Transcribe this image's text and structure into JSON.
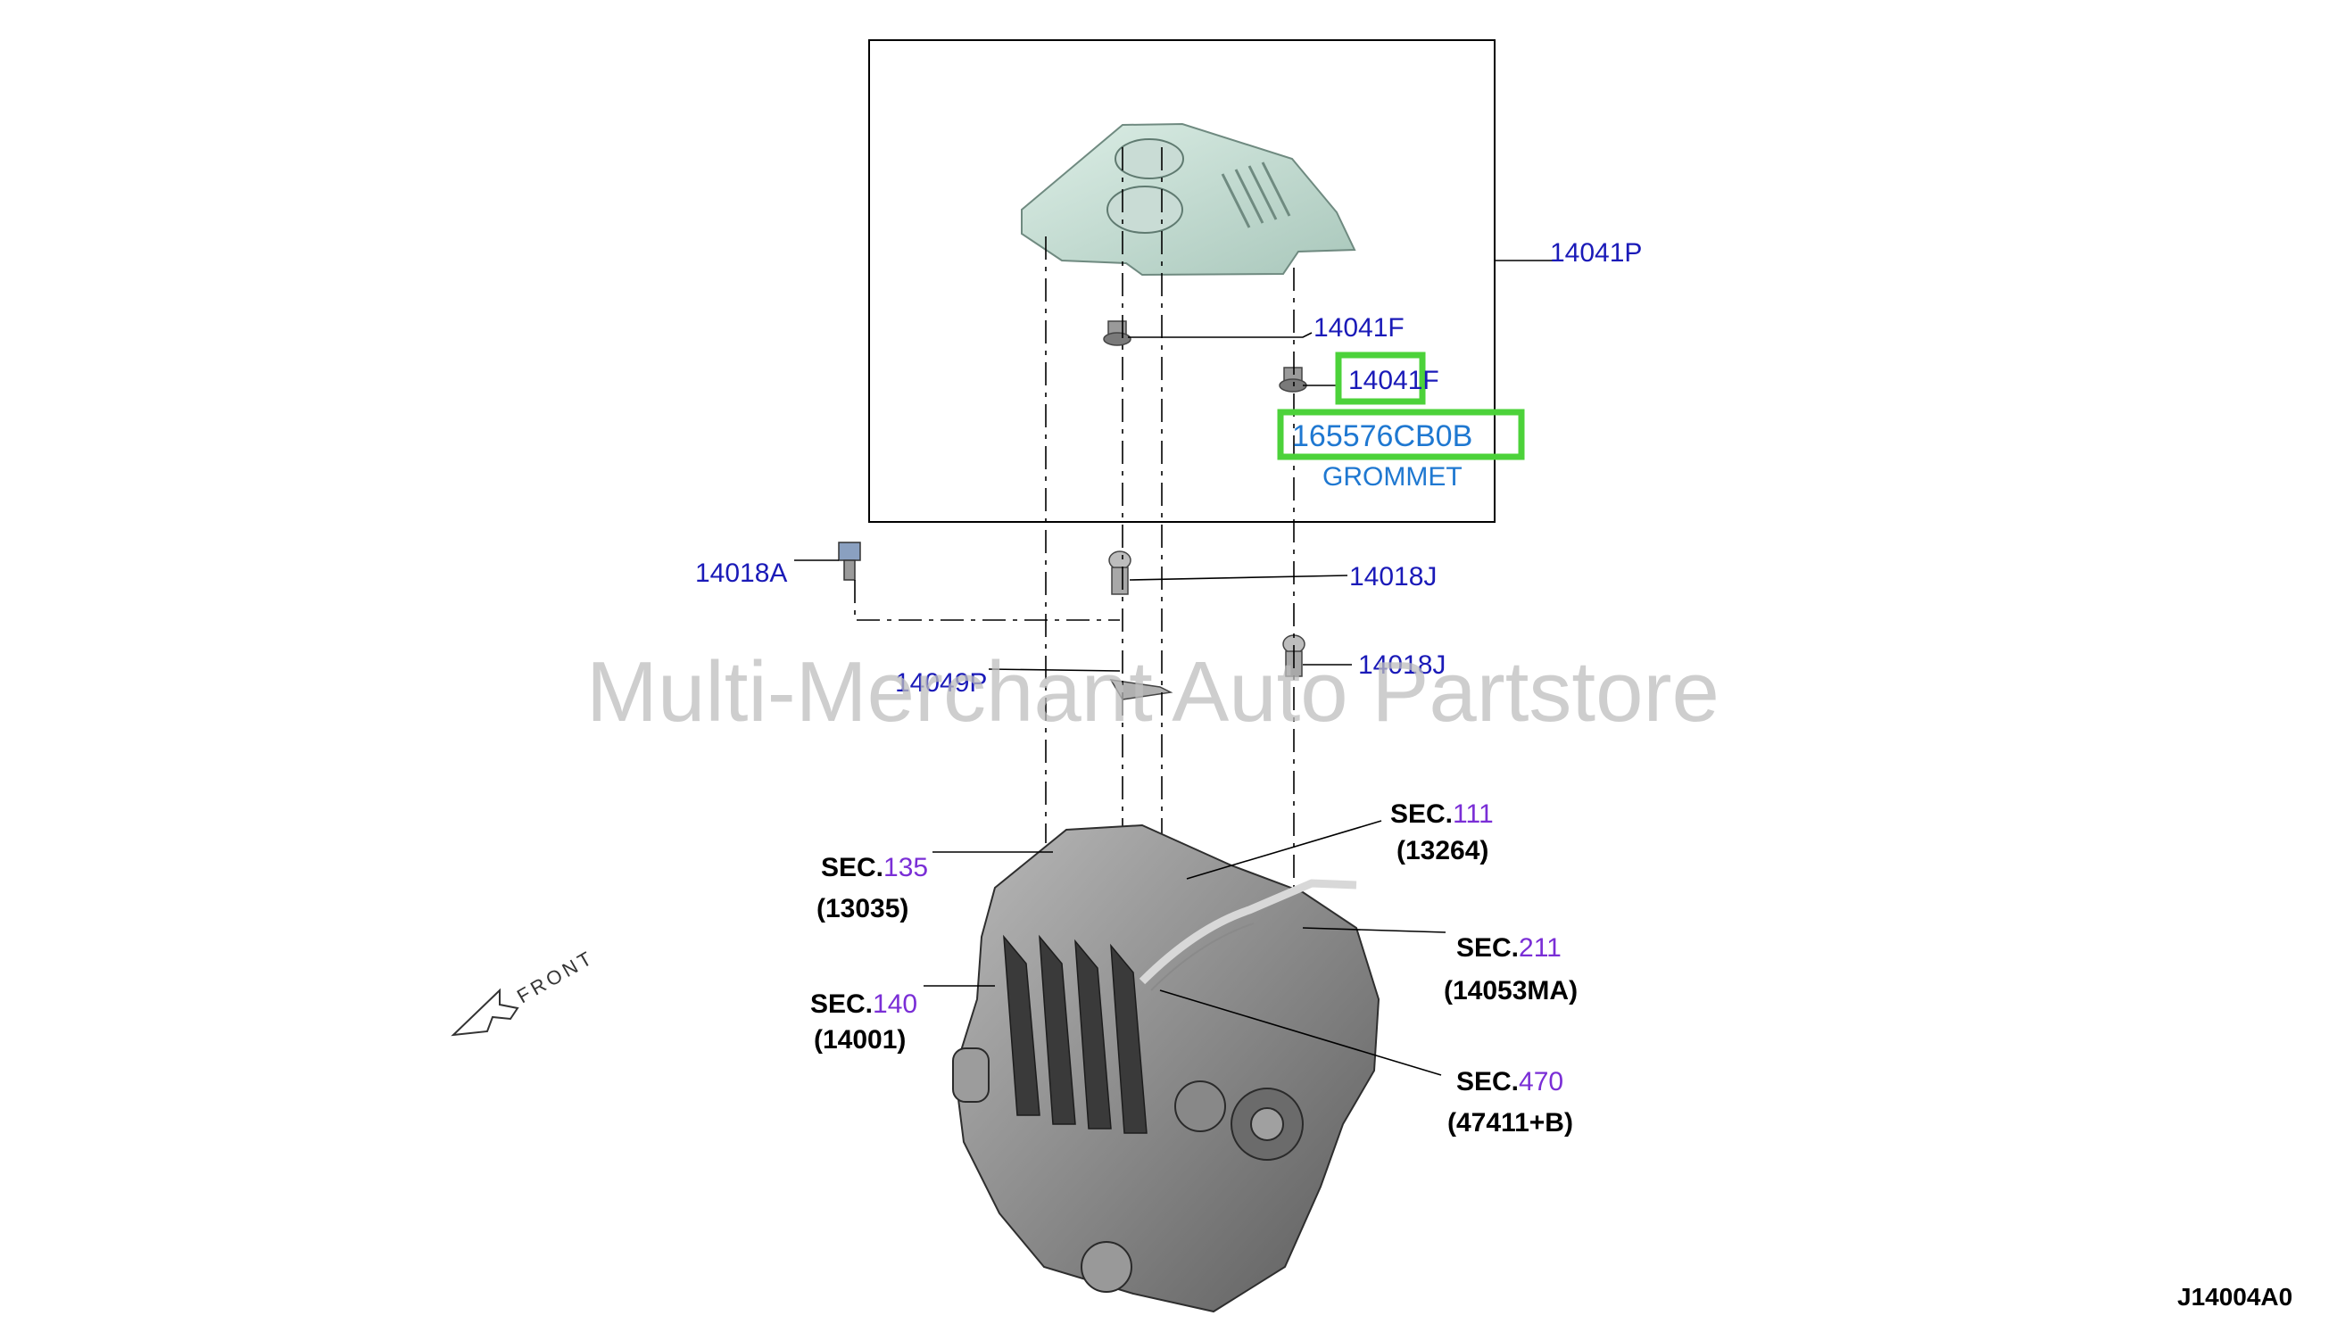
{
  "labels": {
    "engine_cover": "14041P",
    "bolt_upper": "14041F",
    "bolt_lower": "14041F",
    "grommet_number": "165576CB0B",
    "grommet_name": "GROMMET",
    "stud_left": "14018A",
    "stud_center": "14018J",
    "stud_right": "14018J",
    "bracket": "14049P"
  },
  "sections": [
    {
      "prefix": "SEC.",
      "number": "111",
      "code": "(13264)"
    },
    {
      "prefix": "SEC.",
      "number": "135",
      "code": "(13035)"
    },
    {
      "prefix": "SEC.",
      "number": "211",
      "code": "(14053MA)"
    },
    {
      "prefix": "SEC.",
      "number": "140",
      "code": "(14001)"
    },
    {
      "prefix": "SEC.",
      "number": "470",
      "code": "(47411+B)"
    }
  ],
  "front_label": "FRONT",
  "watermark": "Multi-Merchant Auto Partstore",
  "diagram_id": "J14004A0",
  "colors": {
    "part_label": "#1a1ab8",
    "section_number": "#7a2ed6",
    "highlight_border": "#4cd23a",
    "highlight_text": "#1f78d1"
  }
}
